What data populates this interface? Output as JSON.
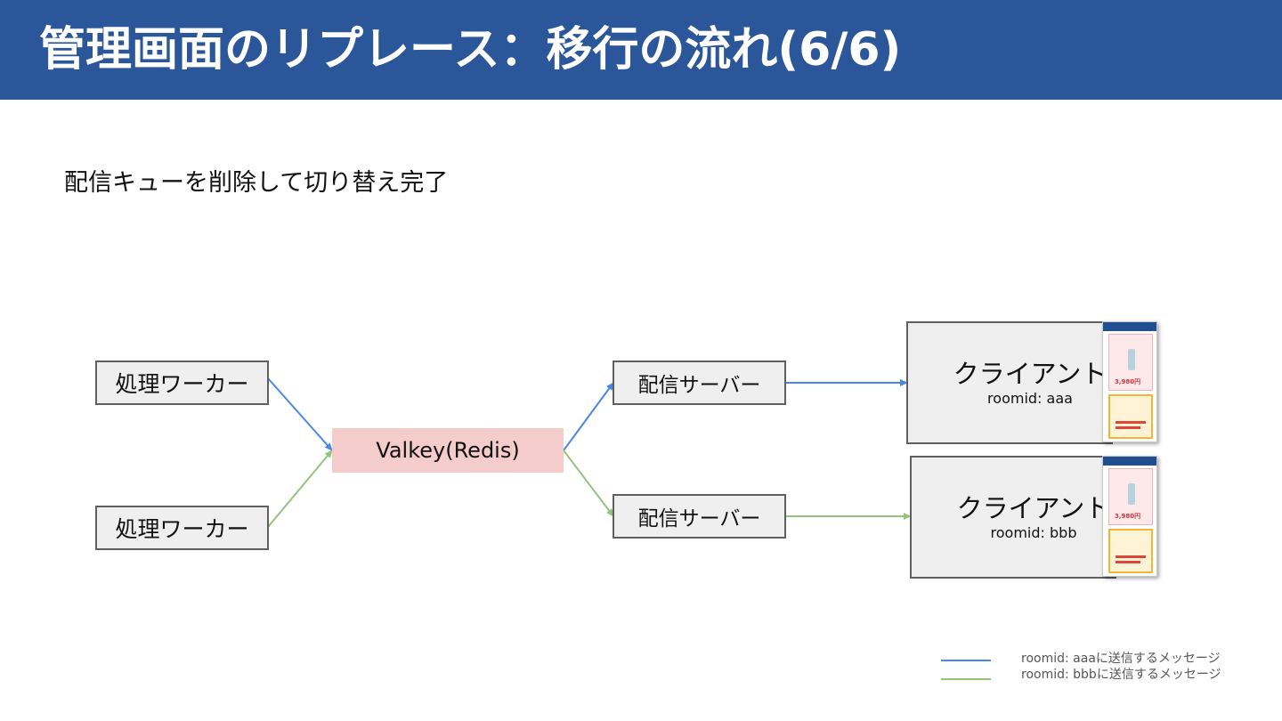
{
  "header": {
    "title": "管理画面のリプレース：移行の流れ(6/6)",
    "background_color": "#2b579a"
  },
  "subtitle": "配信キューを削除して切り替え完了",
  "diagram": {
    "workers": [
      {
        "label": "処理ワーカー"
      },
      {
        "label": "処理ワーカー"
      }
    ],
    "queue": {
      "label": "Valkey(Redis)",
      "color": "#f4cccc"
    },
    "servers": [
      {
        "label": "配信サーバー"
      },
      {
        "label": "配信サーバー"
      }
    ],
    "clients": [
      {
        "title": "クライアント",
        "room": "roomid: aaa",
        "thumbnail_price": "3,980円"
      },
      {
        "title": "クライアント",
        "room": "roomid: bbb",
        "thumbnail_price": "3,980円"
      }
    ]
  },
  "legend": [
    {
      "label": "roomid: aaaに送信するメッセージ",
      "color": "#4a86e8"
    },
    {
      "label": "roomid: bbbに送信するメッセージ",
      "color": "#93c47d"
    }
  ]
}
